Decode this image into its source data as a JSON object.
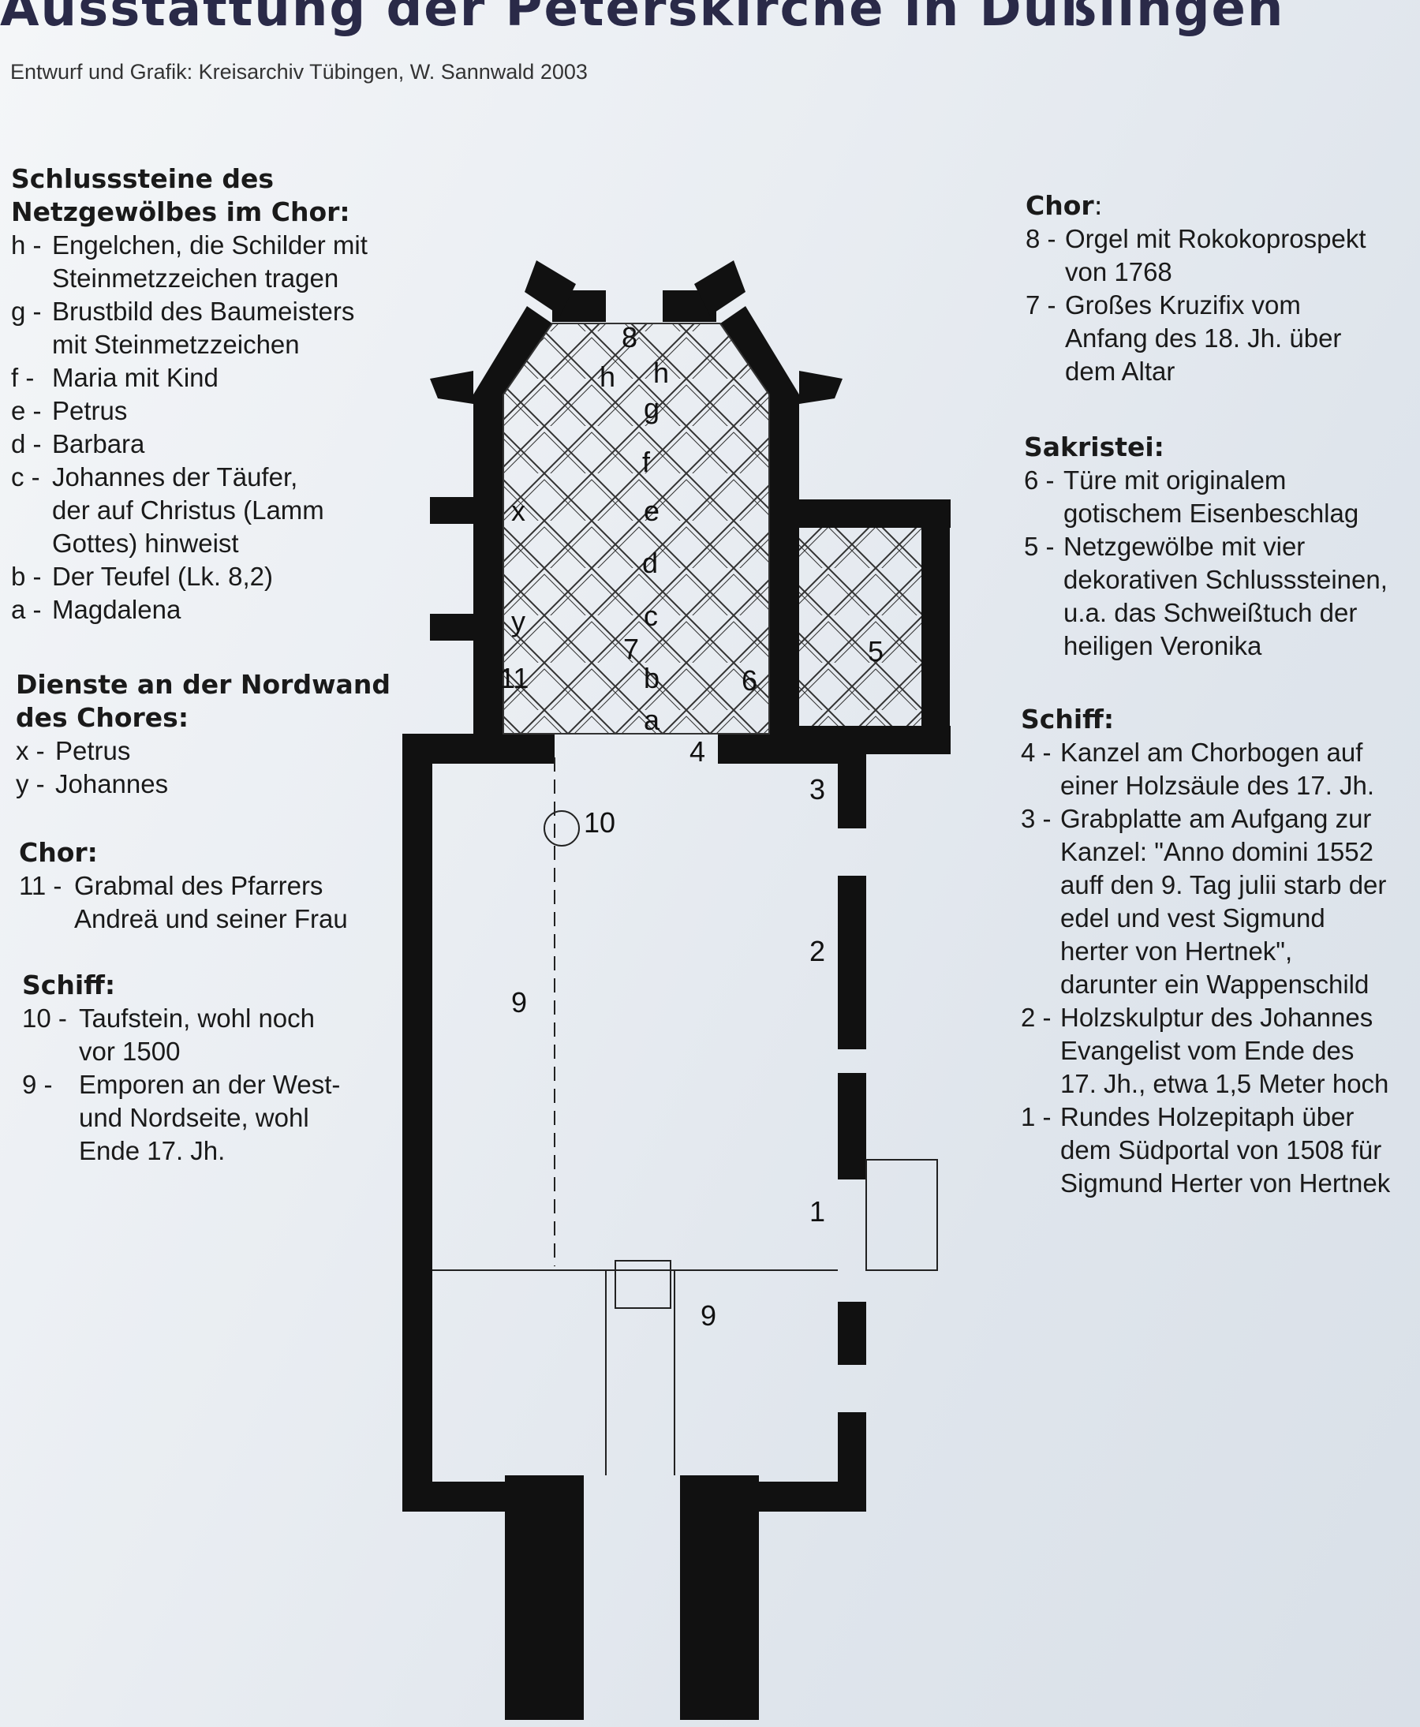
{
  "title": "Ausstattung der Peterskirche in Dußlingen",
  "credit": "Entwurf und Grafik: Kreisarchiv Tübingen, W. Sannwald 2003",
  "left": {
    "schlusssteine": {
      "heading_1": "Schlusssteine des",
      "heading_2": "Netzgewölbes im Chor:",
      "items": [
        {
          "key": "h -",
          "lines": [
            "Engelchen, die Schilder mit",
            "Steinmetzzeichen tragen"
          ]
        },
        {
          "key": "g -",
          "lines": [
            "Brustbild des Baumeisters",
            "mit Steinmetzzeichen"
          ]
        },
        {
          "key": "f -",
          "lines": [
            "Maria mit Kind"
          ]
        },
        {
          "key": "e -",
          "lines": [
            "Petrus"
          ]
        },
        {
          "key": "d -",
          "lines": [
            "Barbara"
          ]
        },
        {
          "key": "c -",
          "lines": [
            "Johannes der Täufer,",
            "der auf Christus (Lamm",
            "Gottes) hinweist"
          ]
        },
        {
          "key": "b -",
          "lines": [
            "Der Teufel (Lk. 8,2)"
          ]
        },
        {
          "key": "a -",
          "lines": [
            "Magdalena"
          ]
        }
      ]
    },
    "dienste": {
      "heading_1": "Dienste an der Nordwand",
      "heading_2": "des Chores:",
      "items": [
        {
          "key": "x -",
          "lines": [
            "Petrus"
          ]
        },
        {
          "key": "y -",
          "lines": [
            "Johannes"
          ]
        }
      ]
    },
    "chor": {
      "heading": "Chor:",
      "items": [
        {
          "key": "11 -",
          "lines": [
            "Grabmal des Pfarrers",
            "Andreä und seiner Frau"
          ]
        }
      ]
    },
    "schiff": {
      "heading": "Schiff:",
      "items": [
        {
          "key": "10 -",
          "lines": [
            "Taufstein, wohl noch",
            "vor 1500"
          ]
        },
        {
          "key": "9 -",
          "lines": [
            "Emporen an der West-",
            "und Nordseite, wohl",
            "Ende 17. Jh."
          ]
        }
      ]
    }
  },
  "right": {
    "chor": {
      "heading": "Chor",
      "heading_suffix": ":",
      "items": [
        {
          "key": "8 -",
          "lines": [
            "Orgel mit Rokokoprospekt",
            "von 1768"
          ]
        },
        {
          "key": "7 -",
          "lines": [
            "Großes Kruzifix vom",
            "Anfang des 18. Jh. über",
            "dem Altar"
          ]
        }
      ]
    },
    "sakristei": {
      "heading": "Sakristei:",
      "items": [
        {
          "key": "6 -",
          "lines": [
            "Türe mit originalem",
            "gotischem Eisenbeschlag"
          ]
        },
        {
          "key": "5 -",
          "lines": [
            "Netzgewölbe mit vier",
            "dekorativen Schlusssteinen,",
            "u.a. das Schweißtuch der",
            "heiligen Veronika"
          ]
        }
      ]
    },
    "schiff": {
      "heading": "Schiff:",
      "items": [
        {
          "key": "4 -",
          "lines": [
            "Kanzel am Chorbogen auf",
            "einer Holzsäule des 17. Jh."
          ]
        },
        {
          "key": "3 -",
          "lines": [
            "Grabplatte am Aufgang zur",
            "Kanzel: \"Anno domini 1552",
            "auff den 9. Tag julii starb der",
            "edel und vest Sigmund",
            "herter von Hertnek\",",
            "darunter ein Wappenschild"
          ]
        },
        {
          "key": "2 -",
          "lines": [
            "Holzskulptur des Johannes",
            "Evangelist vom Ende des",
            "17. Jh., etwa 1,5 Meter hoch"
          ]
        },
        {
          "key": "1 -",
          "lines": [
            "Rundes Holzepitaph über",
            "dem Südportal von 1508 für",
            "Sigmund Herter von Hertnek"
          ]
        }
      ]
    }
  },
  "plan": {
    "labels": {
      "n8": "8",
      "h1": "h",
      "h2": "h",
      "g": "g",
      "f": "f",
      "x": "x",
      "e": "e",
      "d": "d",
      "y": "y",
      "c": "c",
      "n7": "7",
      "n11": "11",
      "b": "b",
      "n6": "6",
      "n5": "5",
      "a": "a",
      "n4": "4",
      "n3": "3",
      "n10": "10",
      "n2": "2",
      "n9a": "9",
      "n1": "1",
      "n9b": "9"
    }
  }
}
